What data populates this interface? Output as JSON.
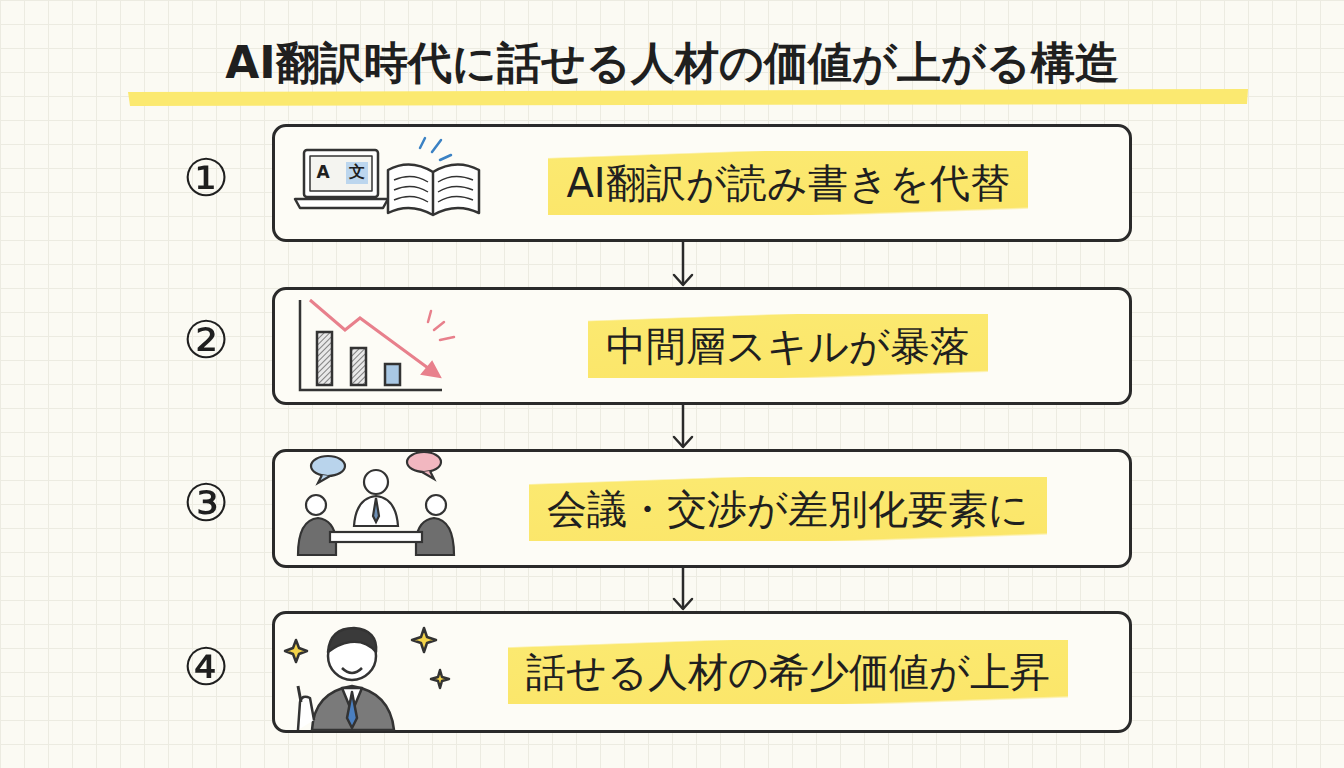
{
  "diagram": {
    "title": "AI翻訳時代に話せる人材の価値が上がる構造",
    "nodes": [
      {
        "text": [
          "AI翻訳が読み書きを代替"
        ]
      },
      {
        "text": [
          "中間層スキルが暴落"
        ]
      },
      {
        "text": [
          "会議・交渉が差別化要素に"
        ]
      },
      {
        "text": [
          "話せる人材の希少価値が上昇"
        ]
      }
    ],
    "edges": [
      {
        "from": 0,
        "to": 1,
        "arrow": "to"
      },
      {
        "from": 1,
        "to": 2,
        "arrow": "to"
      },
      {
        "from": 2,
        "to": 3,
        "arrow": "to"
      }
    ],
    "labels": [
      "①",
      "②",
      "③",
      "④",
      "A",
      "文"
    ]
  }
}
